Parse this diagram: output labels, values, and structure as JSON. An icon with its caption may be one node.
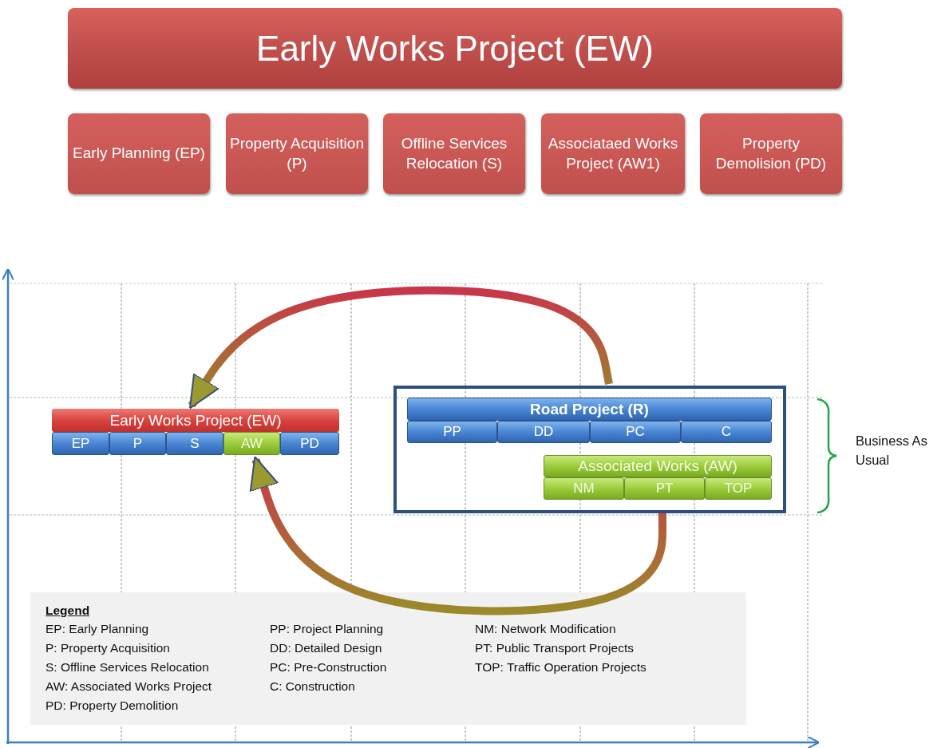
{
  "diagram": {
    "nodes": [
      {
        "text": [
          "Early Works Project (EW)"
        ]
      },
      {
        "text": [
          "Early Planning (EP)"
        ]
      },
      {
        "text": [
          "Property Acquisition (P)"
        ]
      },
      {
        "text": [
          "Offline Services Relocation (S)"
        ]
      },
      {
        "text": [
          "Associataed Works Project (AW1)"
        ]
      },
      {
        "text": [
          "Property Demolision (PD)"
        ]
      },
      {
        "text": [
          "Early Works Project (EW)"
        ]
      },
      {
        "text": [
          "EP"
        ]
      },
      {
        "text": [
          "P"
        ]
      },
      {
        "text": [
          "S"
        ]
      },
      {
        "text": [
          "AW"
        ]
      },
      {
        "text": [
          "PD"
        ]
      },
      {
        "text": [],
        "shape": "box"
      },
      {
        "text": [
          "Road Project (R)"
        ],
        "in": 12
      },
      {
        "text": [
          "PP"
        ],
        "in": 12
      },
      {
        "text": [
          "DD"
        ],
        "in": 12
      },
      {
        "text": [
          "PC"
        ],
        "in": 12
      },
      {
        "text": [
          "C"
        ],
        "in": 12
      },
      {
        "text": [
          "Associated Works (AW)"
        ],
        "in": 12
      },
      {
        "text": [
          "NM"
        ],
        "in": 12
      },
      {
        "text": [
          "PT"
        ],
        "in": 12
      },
      {
        "text": [
          "TOP"
        ],
        "in": 12
      }
    ],
    "edges": [
      {
        "from": 12,
        "to": 6,
        "arrow": "to"
      },
      {
        "from": 12,
        "to": 10,
        "arrow": "to"
      }
    ],
    "labels": [
      "Business As Usual",
      "Legend",
      "EP: Early Planning",
      "PP: Project Planning",
      "NM: Network Modification",
      "P: Property Acquisition",
      "DD: Detailed Design",
      "PT: Public Transport Projects",
      "S: Offline Services Relocation",
      "PC: Pre-Construction",
      "TOP: Traffic Operation Projects",
      "AW: Associated Works Project",
      "C: Construction",
      "PD: Property Demolition"
    ]
  }
}
